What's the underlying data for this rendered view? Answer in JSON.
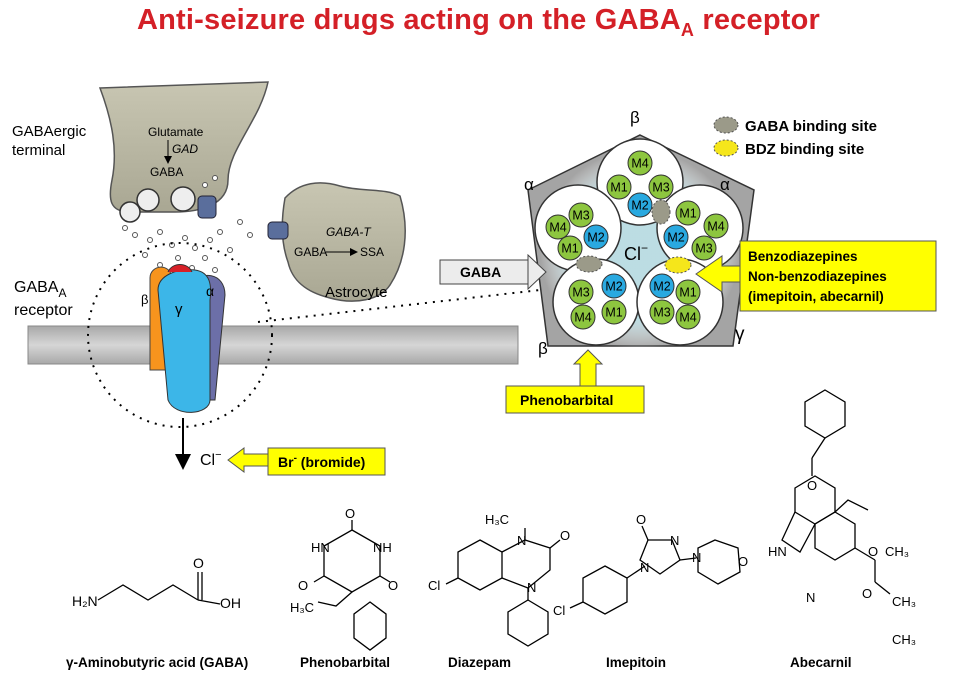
{
  "title": {
    "text": "Anti-seizure drugs acting on the GABA",
    "sub": "A",
    "tail": " receptor"
  },
  "synapse": {
    "terminal_label_1": "GABAergic",
    "terminal_label_2": "terminal",
    "glutamate": "Glutamate",
    "gad": "GAD",
    "gaba": "GABA",
    "gaba_t": "GABA-T",
    "gaba2": "GABA",
    "ssa": "SSA",
    "astrocyte": "Astrocyte",
    "receptor_label_1": "GABA",
    "receptor_label_sub": "A",
    "receptor_label_2": "receptor",
    "subunit_beta": "β",
    "subunit_gamma": "γ",
    "subunit_alpha": "α",
    "chloride": "Cl",
    "chloride_sup": "−"
  },
  "bromide_box": {
    "text": "Br",
    "sup": "-",
    "tail": " (bromide)"
  },
  "pentamer": {
    "beta_top": "β",
    "alpha_left": "α",
    "alpha_right": "α",
    "beta_bottom": "β",
    "gamma": "γ",
    "center": "Cl",
    "center_sup": "−",
    "m1": "M1",
    "m2": "M2",
    "m3": "M3",
    "m4": "M4"
  },
  "legend": {
    "gaba_site": "GABA binding site",
    "bdz_site": "BDZ binding site",
    "gaba_color": "#9b9a89",
    "bdz_color": "#f5e61b"
  },
  "gaba_box": "GABA",
  "benzo_box": {
    "line1": "Benzodiazepines",
    "line2": "Non-benzodiazepines",
    "line3": "(imepitoin, abecarnil)"
  },
  "phenobarbital_box": "Phenobarbital",
  "colors": {
    "title": "#d42027",
    "m_green": "#8dc63f",
    "m_blue": "#29a9e0",
    "box_yellow": "#ffff00"
  },
  "molecules": {
    "gaba": {
      "name": "γ-Aminobutyric acid (GABA)",
      "h2n": "H₂N",
      "oh": "OH",
      "o": "O"
    },
    "phenobarbital": {
      "name": "Phenobarbital",
      "hn": "HN",
      "nh": "NH",
      "h3c": "H₃C",
      "o": "O"
    },
    "diazepam": {
      "name": "Diazepam",
      "h3c": "H₃C",
      "n": "N",
      "cl": "Cl",
      "o": "O"
    },
    "imepitoin": {
      "name": "Imepitoin",
      "n": "N",
      "cl": "Cl",
      "o": "O"
    },
    "abecarnil": {
      "name": "Abecarnil",
      "hn": "HN",
      "n": "N",
      "o": "O",
      "ch3": "CH₃"
    }
  }
}
